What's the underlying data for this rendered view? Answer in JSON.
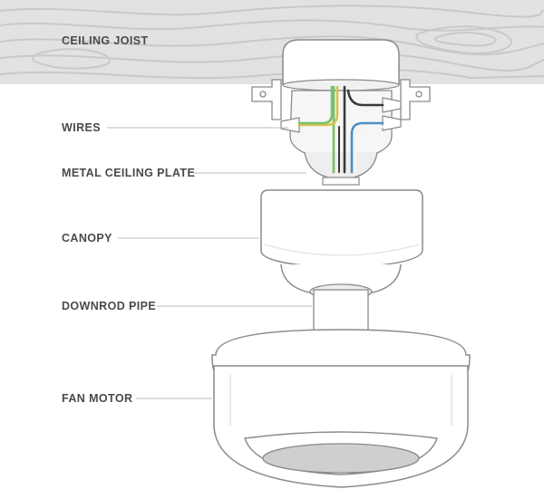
{
  "labels": {
    "ceiling_joist": "CEILING JOIST",
    "wires": "WIRES",
    "metal_ceiling_plate": "METAL CEILING PLATE",
    "canopy": "CANOPY",
    "downrod_pipe": "DOWNROD PIPE",
    "fan_motor": "FAN MOTOR"
  },
  "colors": {
    "wood": "#e2e2e2",
    "wood_grain": "#c9c9c9",
    "outline": "#8a8a8a",
    "shade": "#ececec",
    "wire_green": "#7bbf6a",
    "wire_yellow": "#d8c24a",
    "wire_black": "#3a3a3a",
    "wire_blue": "#4a8fc4",
    "wire_white": "#f4f4f4",
    "label_text": "#4a4a4a",
    "leader_line": "#bdbdbd"
  }
}
